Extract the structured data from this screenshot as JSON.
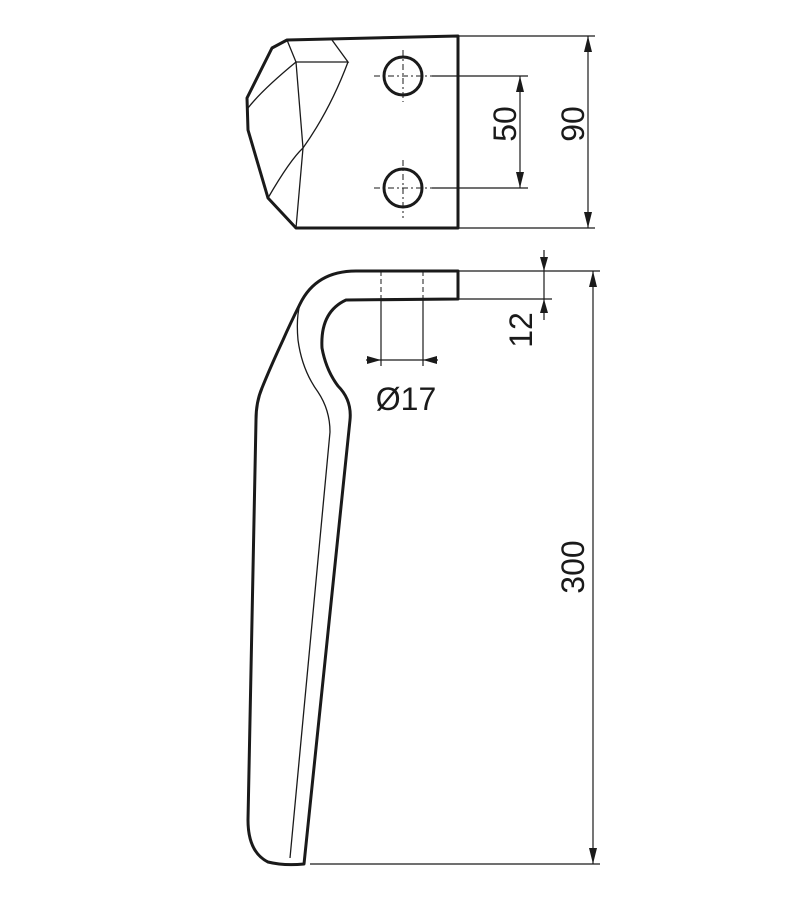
{
  "drawing": {
    "subject": "tiller blade",
    "line_color": "#1a1a1a",
    "background": "#ffffff"
  },
  "dimensions": {
    "hole_spacing": "50",
    "plate_width": "90",
    "plate_thickness": "12",
    "hole_diameter": "Ø17",
    "blade_height": "300"
  }
}
